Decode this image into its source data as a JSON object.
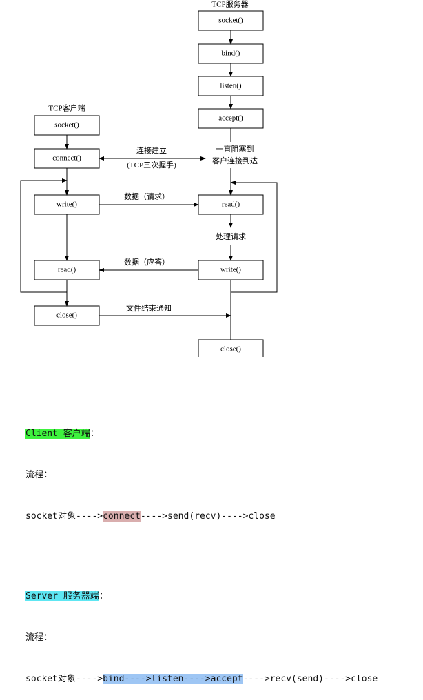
{
  "diagram": {
    "server_title": "TCP服务器",
    "client_title": "TCP客户端",
    "server": {
      "socket": "socket()",
      "bind": "bind()",
      "listen": "listen()",
      "accept": "accept()",
      "read": "read()",
      "write": "write()",
      "close": "close()"
    },
    "client": {
      "socket": "socket()",
      "connect": "connect()",
      "write": "write()",
      "read": "read()",
      "close": "close()"
    },
    "labels": {
      "connect_line1": "连接建立",
      "connect_line2": "(TCP三次握手)",
      "block_line1": "一直阻塞到",
      "block_line2": "客户连接到达",
      "request_data": "数据（请求）",
      "process_request": "处理请求",
      "reply_data": "数据（应答）",
      "eof_notify": "文件结束通知"
    }
  },
  "notes": {
    "client_title": "Client 客户端",
    "client_title_suffix": "：",
    "client_flow_label": "流程：",
    "client_flow_prefix": "socket对象---->",
    "client_flow_hl": "connect",
    "client_flow_suffix": "---->send(recv)---->close",
    "server_title": "Server 服务器端",
    "server_title_suffix": "：",
    "server_flow_label": "流程：",
    "server_flow_prefix": "socket对象---->",
    "server_flow_hl": "bind---->listen---->accept",
    "server_flow_suffix": "---->recv(send)---->close"
  },
  "colors": {
    "client_title_bg": "#3ef23e",
    "server_title_bg": "#5ee6f2",
    "connect_bg": "#d9aeae",
    "server_flow_bg": "#9ec6f4"
  }
}
